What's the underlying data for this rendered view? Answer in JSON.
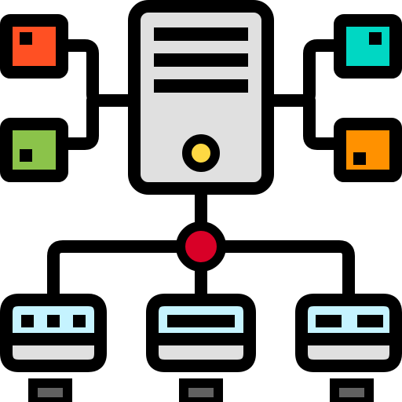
{
  "icon": {
    "name": "network-server-icon",
    "colors": {
      "outline": "#000000",
      "server_body": "#e0e0e0",
      "server_led": "#fed843",
      "hub": "#d80027",
      "module_top_left": "#ff5023",
      "module_bottom_left": "#8bc34a",
      "module_top_right": "#00d7c3",
      "module_bottom_right": "#ff9100",
      "terminal_screen": "#c5f3ff",
      "terminal_base": "#e0e0e0",
      "terminal_stand": "#616161"
    },
    "modules": [
      "top-left",
      "bottom-left",
      "top-right",
      "bottom-right"
    ],
    "terminals": [
      "left",
      "center",
      "right"
    ]
  }
}
